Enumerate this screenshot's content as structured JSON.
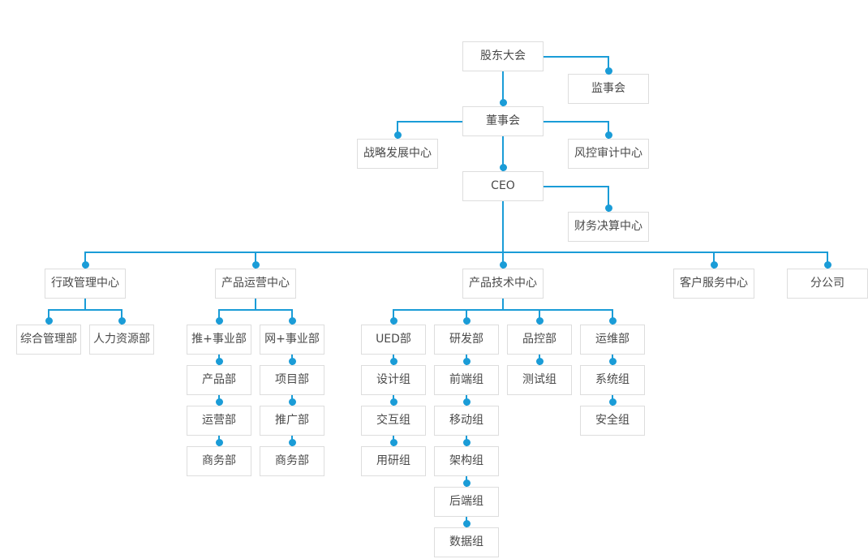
{
  "diagram": {
    "type": "org-chart",
    "language": "zh-CN"
  },
  "nodes": {
    "shareholders_meeting": "股东大会",
    "supervisory_board": "监事会",
    "board_of_directors": "董事会",
    "strategic_dev_center": "战略发展中心",
    "risk_audit_center": "风控审计中心",
    "ceo": "CEO",
    "finance_center": "财务决算中心",
    "admin_center": "行政管理中心",
    "product_ops_center": "产品运营中心",
    "product_tech_center": "产品技术中心",
    "customer_service_center": "客户服务中心",
    "branch_company": "分公司",
    "general_mgmt_dept": "综合管理部",
    "hr_dept": "人力资源部",
    "tui_plus_bu": "推+事业部",
    "product_dept": "产品部",
    "operations_dept": "运营部",
    "business_dept_a": "商务部",
    "wang_plus_bu": "网+事业部",
    "project_dept": "项目部",
    "promotion_dept": "推广部",
    "business_dept_b": "商务部",
    "ued_dept": "UED部",
    "design_group": "设计组",
    "interaction_group": "交互组",
    "user_research_group": "用研组",
    "rd_dept": "研发部",
    "frontend_group": "前端组",
    "mobile_group": "移动组",
    "architecture_group": "架构组",
    "backend_group": "后端组",
    "data_group": "数据组",
    "qc_dept": "品控部",
    "testing_group": "测试组",
    "ops_maintenance_dept": "运维部",
    "system_group": "系统组",
    "security_group": "安全组"
  },
  "edges": [
    {
      "from": "shareholders_meeting",
      "to": "supervisory_board"
    },
    {
      "from": "shareholders_meeting",
      "to": "board_of_directors"
    },
    {
      "from": "board_of_directors",
      "to": "strategic_dev_center"
    },
    {
      "from": "board_of_directors",
      "to": "risk_audit_center"
    },
    {
      "from": "board_of_directors",
      "to": "ceo"
    },
    {
      "from": "ceo",
      "to": "finance_center"
    },
    {
      "from": "ceo",
      "to": "admin_center"
    },
    {
      "from": "ceo",
      "to": "product_ops_center"
    },
    {
      "from": "ceo",
      "to": "product_tech_center"
    },
    {
      "from": "ceo",
      "to": "customer_service_center"
    },
    {
      "from": "ceo",
      "to": "branch_company"
    },
    {
      "from": "admin_center",
      "to": "general_mgmt_dept"
    },
    {
      "from": "admin_center",
      "to": "hr_dept"
    },
    {
      "from": "product_ops_center",
      "to": "tui_plus_bu"
    },
    {
      "from": "product_ops_center",
      "to": "wang_plus_bu"
    },
    {
      "from": "tui_plus_bu",
      "to": "product_dept"
    },
    {
      "from": "product_dept",
      "to": "operations_dept"
    },
    {
      "from": "operations_dept",
      "to": "business_dept_a"
    },
    {
      "from": "wang_plus_bu",
      "to": "project_dept"
    },
    {
      "from": "project_dept",
      "to": "promotion_dept"
    },
    {
      "from": "promotion_dept",
      "to": "business_dept_b"
    },
    {
      "from": "product_tech_center",
      "to": "ued_dept"
    },
    {
      "from": "product_tech_center",
      "to": "rd_dept"
    },
    {
      "from": "product_tech_center",
      "to": "qc_dept"
    },
    {
      "from": "product_tech_center",
      "to": "ops_maintenance_dept"
    },
    {
      "from": "ued_dept",
      "to": "design_group"
    },
    {
      "from": "design_group",
      "to": "interaction_group"
    },
    {
      "from": "interaction_group",
      "to": "user_research_group"
    },
    {
      "from": "rd_dept",
      "to": "frontend_group"
    },
    {
      "from": "frontend_group",
      "to": "mobile_group"
    },
    {
      "from": "mobile_group",
      "to": "architecture_group"
    },
    {
      "from": "architecture_group",
      "to": "backend_group"
    },
    {
      "from": "backend_group",
      "to": "data_group"
    },
    {
      "from": "qc_dept",
      "to": "testing_group"
    },
    {
      "from": "ops_maintenance_dept",
      "to": "system_group"
    },
    {
      "from": "system_group",
      "to": "security_group"
    }
  ],
  "theme": {
    "line_color": "#1a9cd7",
    "dot_color": "#1a9cd7",
    "node_border_color": "#dddddd",
    "node_background": "#ffffff",
    "node_text_color": "#4a4a4a",
    "page_background": "#ffffff"
  }
}
